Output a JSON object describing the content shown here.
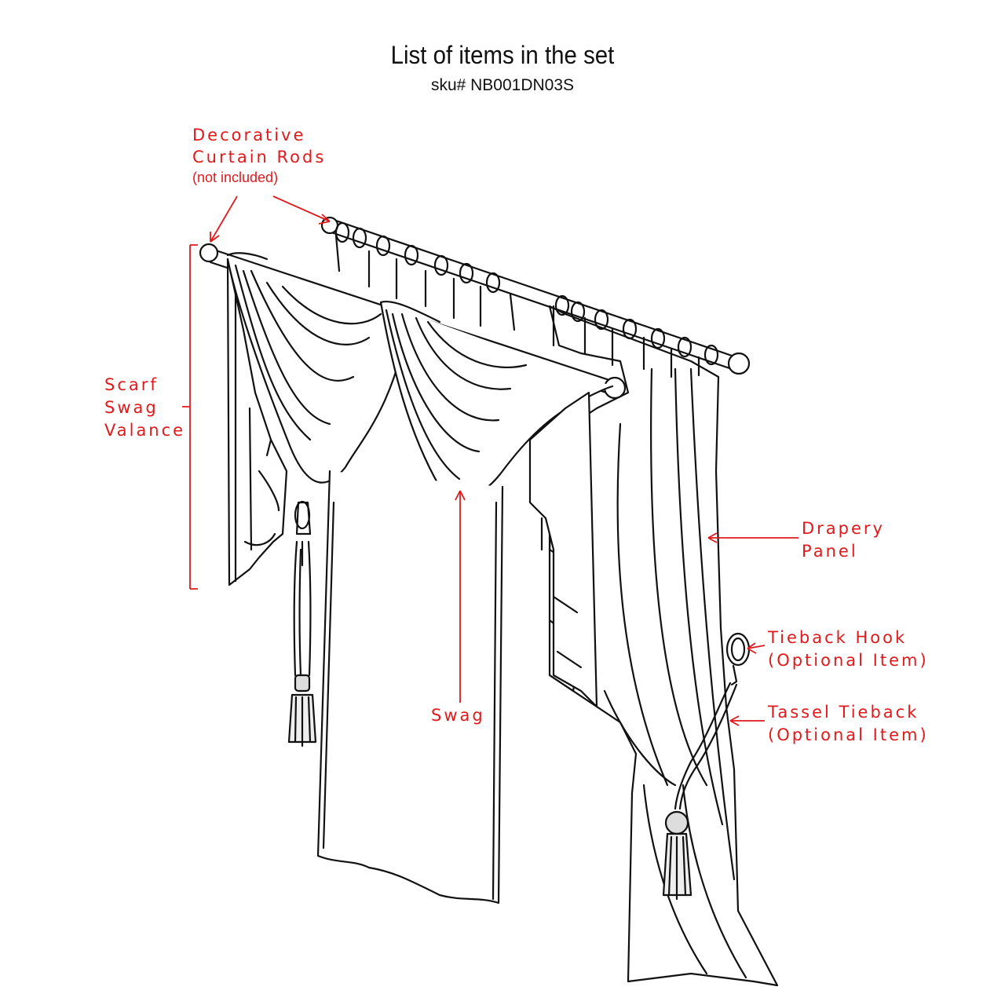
{
  "title": "List of items in the set",
  "sku": "sku# NB001DN03S",
  "labels": {
    "rods_line1": "Decorative",
    "rods_line2": "Curtain Rods",
    "rods_note": "(not included)",
    "valance_line1": "Scarf",
    "valance_line2": "Swag",
    "valance_line3": "Valance",
    "drapery_line1": "Drapery",
    "drapery_line2": "Panel",
    "swag": "Swag",
    "hook_line1": "Tieback Hook",
    "hook_line2": "(Optional Item)",
    "tassel_line1": "Tassel Tieback",
    "tassel_line2": "(Optional Item)"
  },
  "colors": {
    "label": "#e0191d",
    "line": "#111111"
  }
}
